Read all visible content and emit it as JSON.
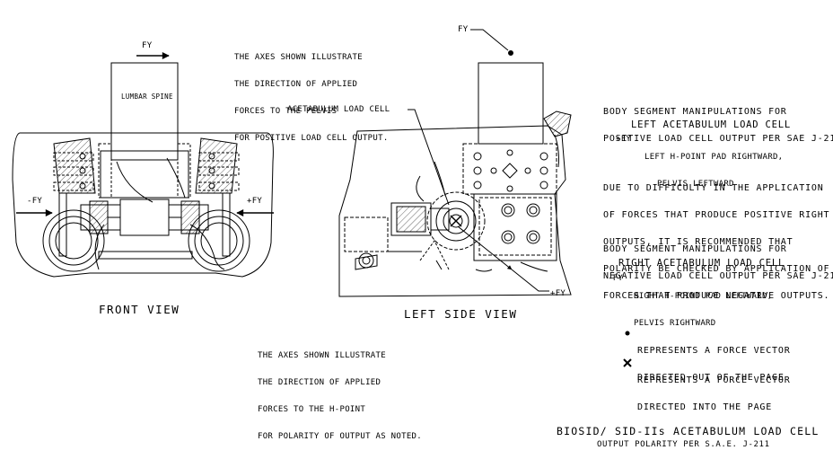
{
  "front_view": {
    "fy_label": "FY",
    "neg_fy_label": "-FY",
    "pos_fy_label": "+FY",
    "lumbar_label": "LUMBAR SPINE",
    "title": "FRONT VIEW",
    "note": [
      "THE AXES SHOWN ILLUSTRATE",
      "THE DIRECTION OF APPLIED",
      "FORCES TO THE PELVIS",
      "FOR POSITIVE LOAD CELL OUTPUT."
    ]
  },
  "side_view": {
    "fy_label": "FY",
    "pos_fy_label": "+FY",
    "acetabulum_label": "ACETABULUM LOAD CELL",
    "title": "LEFT SIDE VIEW",
    "note": [
      "THE AXES SHOWN ILLUSTRATE",
      "THE DIRECTION OF APPLIED",
      "FORCES TO THE H-POINT",
      "FOR POLARITY OF OUTPUT AS NOTED."
    ]
  },
  "notes": {
    "positive_header": [
      "BODY SEGMENT MANIPULATIONS FOR",
      "POSITIVE LOAD CELL OUTPUT PER SAE J-211"
    ],
    "left_cell_title": "LEFT ACETABULUM LOAD CELL",
    "left_cell_code": "+FY",
    "left_cell_desc": [
      "LEFT H-POINT PAD RIGHTWARD,",
      "PELVIS LEFTWARD"
    ],
    "difficulty": [
      "DUE TO DIFFICULTY IN THE APPLICATION",
      "OF FORCES THAT PRODUCE POSITIVE RIGHT",
      "OUTPUTS, IT IS RECOMMENDED THAT",
      "POLARITY BE CHECKED BY APPLICATION OF",
      "FORCES THAT PRODUCE NEGATIVE OUTPUTS."
    ],
    "negative_header": [
      "BODY SEGMENT MANIPULATIONS FOR",
      "NEGATIVE LOAD CELL OUTPUT PER SAE J-211"
    ],
    "right_cell_title": "RIGHT ACETABULUM LOAD CELL",
    "right_cell_code": "-FY",
    "right_cell_desc": [
      "RIGHT H-POINT PAD LEFTWARD,",
      "PELVIS RIGHTWARD"
    ]
  },
  "legend": {
    "out_of_page": [
      "REPRESENTS A FORCE VECTOR",
      "DIRECTED OUT OF THE PAGE"
    ],
    "into_page": [
      "REPRESENTS A FORCE VECTOR",
      "DIRECTED INTO THE PAGE"
    ]
  },
  "title_block": {
    "title": "BIOSID/ SID-IIs ACETABULUM LOAD CELL",
    "subtitle": "OUTPUT POLARITY PER S.A.E. J-211"
  }
}
